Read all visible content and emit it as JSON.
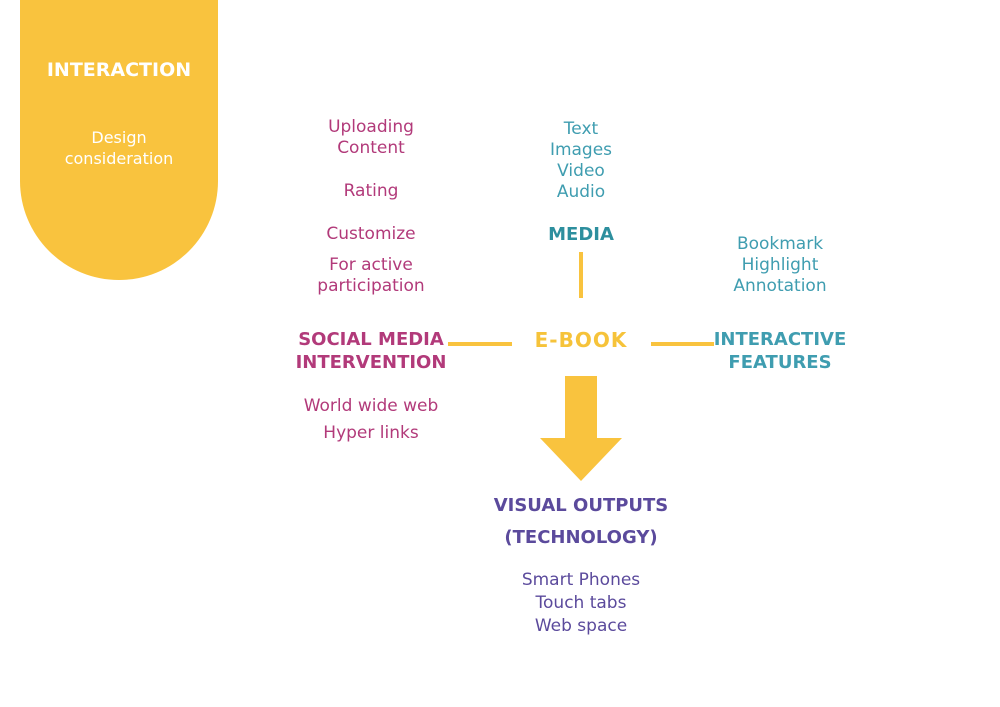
{
  "colors": {
    "yellow": "#f9c33e",
    "magenta": "#b23a7a",
    "teal": "#3f9db0",
    "purple": "#5b4a9c"
  },
  "sidebar": {
    "title": "INTERACTION",
    "subtitle_line1": "Design",
    "subtitle_line2": "consideration"
  },
  "diagram": {
    "center": "E-BOOK",
    "media": {
      "title": "MEDIA",
      "items": [
        "Text",
        "Images",
        "Video",
        "Audio"
      ]
    },
    "social": {
      "title_line1": "SOCIAL MEDIA",
      "title_line2": "INTERVENTION",
      "above": {
        "uploading_line1": "Uploading",
        "uploading_line2": "Content",
        "rating": "Rating",
        "customize": "Customize",
        "active_line1": "For active",
        "active_line2": "participation"
      },
      "below": [
        "World wide web",
        "Hyper links"
      ]
    },
    "interactive": {
      "title_line1": "INTERACTIVE",
      "title_line2": "FEATURES",
      "items": [
        "Bookmark",
        "Highlight",
        "Annotation"
      ]
    },
    "visual": {
      "title_line1": "VISUAL OUTPUTS",
      "title_line2": "(TECHNOLOGY)",
      "items": [
        "Smart Phones",
        "Touch tabs",
        "Web space"
      ]
    }
  }
}
